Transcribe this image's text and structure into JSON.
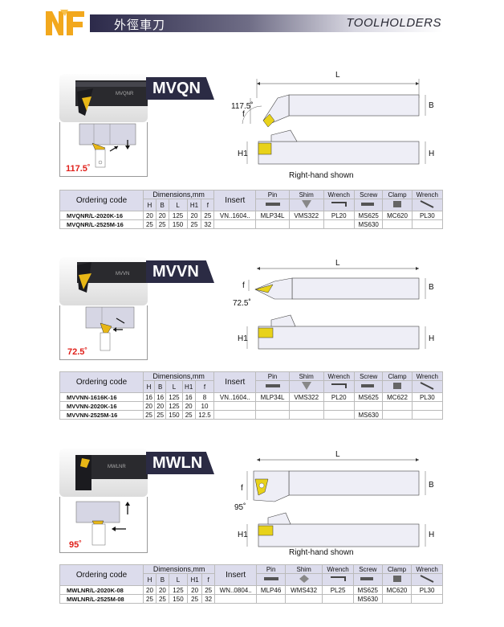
{
  "header": {
    "title_zh": "外徑車刀",
    "title_en": "TOOLHOLDERS"
  },
  "sections": [
    {
      "name": "MVQN",
      "detail_angle": "117.5˚",
      "drawing_angle": "117.5˚",
      "dim_L": "L",
      "dim_B": "B",
      "dim_H": "H",
      "dim_H1": "H1",
      "dim_f": "f",
      "caption": "Right-hand shown",
      "table": {
        "ordering": "Ordering code",
        "dims": "Dimensions,mm",
        "insert": "Insert",
        "cols": [
          "H",
          "B",
          "L",
          "H1",
          "f"
        ],
        "parts": [
          "Pin",
          "Shim",
          "Wrench",
          "Screw",
          "Clamp",
          "Wrench"
        ],
        "rows": [
          {
            "code": "MVQNR/L-2020K-16",
            "H": "20",
            "B": "20",
            "L": "125",
            "H1": "20",
            "f": "25",
            "insert": "VN..1604..",
            "pin": "MLP34L",
            "shim": "VMS322",
            "wrench": "PL20",
            "screw": "MS625",
            "clamp": "MC620",
            "wrench2": "PL30"
          },
          {
            "code": "MVQNR/L-2525M-16",
            "H": "25",
            "B": "25",
            "L": "150",
            "H1": "25",
            "f": "32",
            "insert": "",
            "pin": "",
            "shim": "",
            "wrench": "",
            "screw": "MS630",
            "clamp": "",
            "wrench2": ""
          }
        ]
      }
    },
    {
      "name": "MVVN",
      "detail_angle": "72.5˚",
      "drawing_angle": "72.5˚",
      "dim_L": "L",
      "dim_B": "B",
      "dim_H": "H",
      "dim_H1": "H1",
      "dim_f": "f",
      "caption": "",
      "table": {
        "ordering": "Ordering code",
        "dims": "Dimensions,mm",
        "insert": "Insert",
        "cols": [
          "H",
          "B",
          "L",
          "H1",
          "f"
        ],
        "parts": [
          "Pin",
          "Shim",
          "Wrench",
          "Screw",
          "Clamp",
          "Wrench"
        ],
        "rows": [
          {
            "code": "MVVNN-1616K-16",
            "H": "16",
            "B": "16",
            "L": "125",
            "H1": "16",
            "f": "8",
            "insert": "VN..1604..",
            "pin": "MLP34L",
            "shim": "VMS322",
            "wrench": "PL20",
            "screw": "MS625",
            "clamp": "MC622",
            "wrench2": "PL30"
          },
          {
            "code": "MVVNN-2020K-16",
            "H": "20",
            "B": "20",
            "L": "125",
            "H1": "20",
            "f": "10",
            "insert": "",
            "pin": "",
            "shim": "",
            "wrench": "",
            "screw": "",
            "clamp": "",
            "wrench2": ""
          },
          {
            "code": "MVVNN-2525M-16",
            "H": "25",
            "B": "25",
            "L": "150",
            "H1": "25",
            "f": "12.5",
            "insert": "",
            "pin": "",
            "shim": "",
            "wrench": "",
            "screw": "MS630",
            "clamp": "",
            "wrench2": ""
          }
        ]
      }
    },
    {
      "name": "MWLN",
      "detail_angle": "95˚",
      "drawing_angle": "95˚",
      "dim_L": "L",
      "dim_B": "B",
      "dim_H": "H",
      "dim_H1": "H1",
      "dim_f": "f",
      "caption": "Right-hand shown",
      "table": {
        "ordering": "Ordering code",
        "dims": "Dimensions,mm",
        "insert": "Insert",
        "cols": [
          "H",
          "B",
          "L",
          "H1",
          "f"
        ],
        "parts": [
          "Pin",
          "Shim",
          "Wrench",
          "Screw",
          "Clamp",
          "Wrench"
        ],
        "rows": [
          {
            "code": "MWLNR/L-2020K-08",
            "H": "20",
            "B": "20",
            "L": "125",
            "H1": "20",
            "f": "25",
            "insert": "WN..0804..",
            "pin": "MLP46",
            "shim": "WMS432",
            "wrench": "PL25",
            "screw": "MS625",
            "clamp": "MC620",
            "wrench2": "PL30"
          },
          {
            "code": "MWLNR/L-2525M-08",
            "H": "25",
            "B": "25",
            "L": "150",
            "H1": "25",
            "f": "32",
            "insert": "",
            "pin": "",
            "shim": "",
            "wrench": "",
            "screw": "MS630",
            "clamp": "",
            "wrench2": ""
          }
        ]
      }
    }
  ]
}
